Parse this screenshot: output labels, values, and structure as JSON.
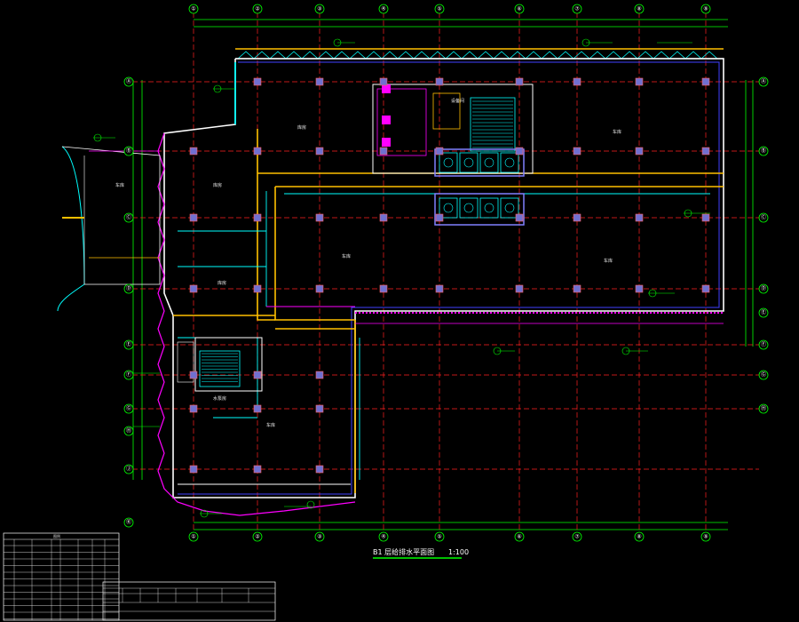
{
  "drawing": {
    "caption": "B1 层给排水平面图",
    "caption_scale": "1:100",
    "colors": {
      "background": "#000000",
      "axis_line": "#ff2020",
      "dim_line": "#00ff00",
      "wall": "#ffffff",
      "pipe_yellow": "#ffc000",
      "pipe_cyan": "#00ffff",
      "pipe_magenta": "#ff00ff",
      "column": "#9090ff",
      "hatch": "#ff00ff",
      "text": "#ffffff"
    },
    "top_axes": [
      "①",
      "②",
      "③",
      "④",
      "⑤",
      "⑥",
      "⑦",
      "⑧",
      "⑨"
    ],
    "bottom_axes": [
      "①",
      "②",
      "③",
      "④",
      "⑤",
      "⑥",
      "⑦",
      "⑧",
      "⑨"
    ],
    "left_axes": [
      "Ⓐ",
      "Ⓑ",
      "Ⓒ",
      "Ⓓ",
      "Ⓔ",
      "Ⓕ",
      "Ⓖ",
      "Ⓗ",
      "Ⓙ",
      "Ⓚ"
    ],
    "right_axes": [
      "Ⓐ",
      "Ⓑ",
      "Ⓒ",
      "Ⓓ",
      "Ⓔ",
      "Ⓕ",
      "Ⓖ",
      "Ⓗ"
    ],
    "rooms": [
      "库房",
      "库房",
      "库房",
      "车库",
      "车库",
      "车库",
      "车库",
      "车库",
      "设备间",
      "水泵房"
    ],
    "legend_title": "图例"
  }
}
